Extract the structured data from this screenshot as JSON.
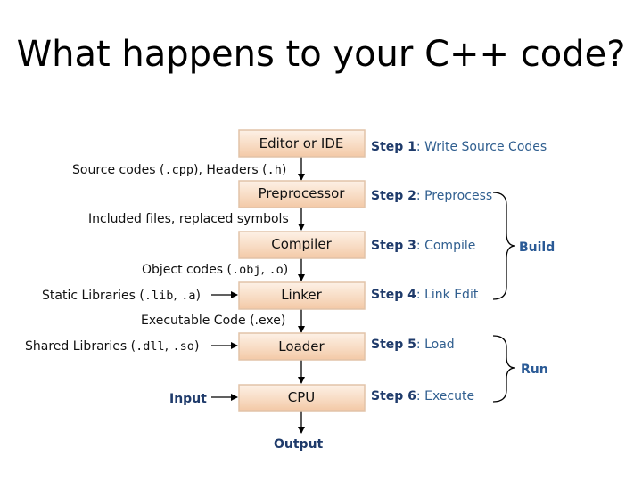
{
  "title": "What happens to your C++ code?",
  "stages": [
    {
      "label": "Editor or IDE",
      "step_num": "Step 1",
      "step_desc": "Write Source Codes"
    },
    {
      "label": "Preprocessor",
      "step_num": "Step 2",
      "step_desc": "Preprocess"
    },
    {
      "label": "Compiler",
      "step_num": "Step 3",
      "step_desc": "Compile"
    },
    {
      "label": "Linker",
      "step_num": "Step 4",
      "step_desc": "Link Edit"
    },
    {
      "label": "Loader",
      "step_num": "Step 5",
      "step_desc": "Load"
    },
    {
      "label": "CPU",
      "step_num": "Step 6",
      "step_desc": "Execute"
    }
  ],
  "flows": {
    "source_codes": {
      "prefix": "Source codes (",
      "mono1": ".cpp",
      "mid": "), Headers (",
      "mono2": ".h",
      "suffix": ")"
    },
    "included_files": "Included files, replaced symbols",
    "object_codes": {
      "prefix": "Object codes (",
      "mono1": ".obj",
      "mid": ", ",
      "mono2": ".o",
      "suffix": ")"
    },
    "static_libraries": {
      "prefix": "Static Libraries (",
      "mono1": ".lib",
      "mid": ", ",
      "mono2": ".a",
      "suffix": ")"
    },
    "executable_code": "Executable Code (.exe)",
    "shared_libraries": {
      "prefix": "Shared Libraries (",
      "mono1": ".dll",
      "mid": ", ",
      "mono2": ".so",
      "suffix": ")"
    },
    "input": "Input",
    "output": "Output"
  },
  "phases": {
    "build": "Build",
    "run": "Run"
  },
  "colors": {
    "box_top": "#fbe9d9",
    "box_bottom": "#f3caa8",
    "box_border": "#e2c3a8",
    "step_num": "#1f3b6b",
    "step_desc": "#2f5e8f"
  }
}
